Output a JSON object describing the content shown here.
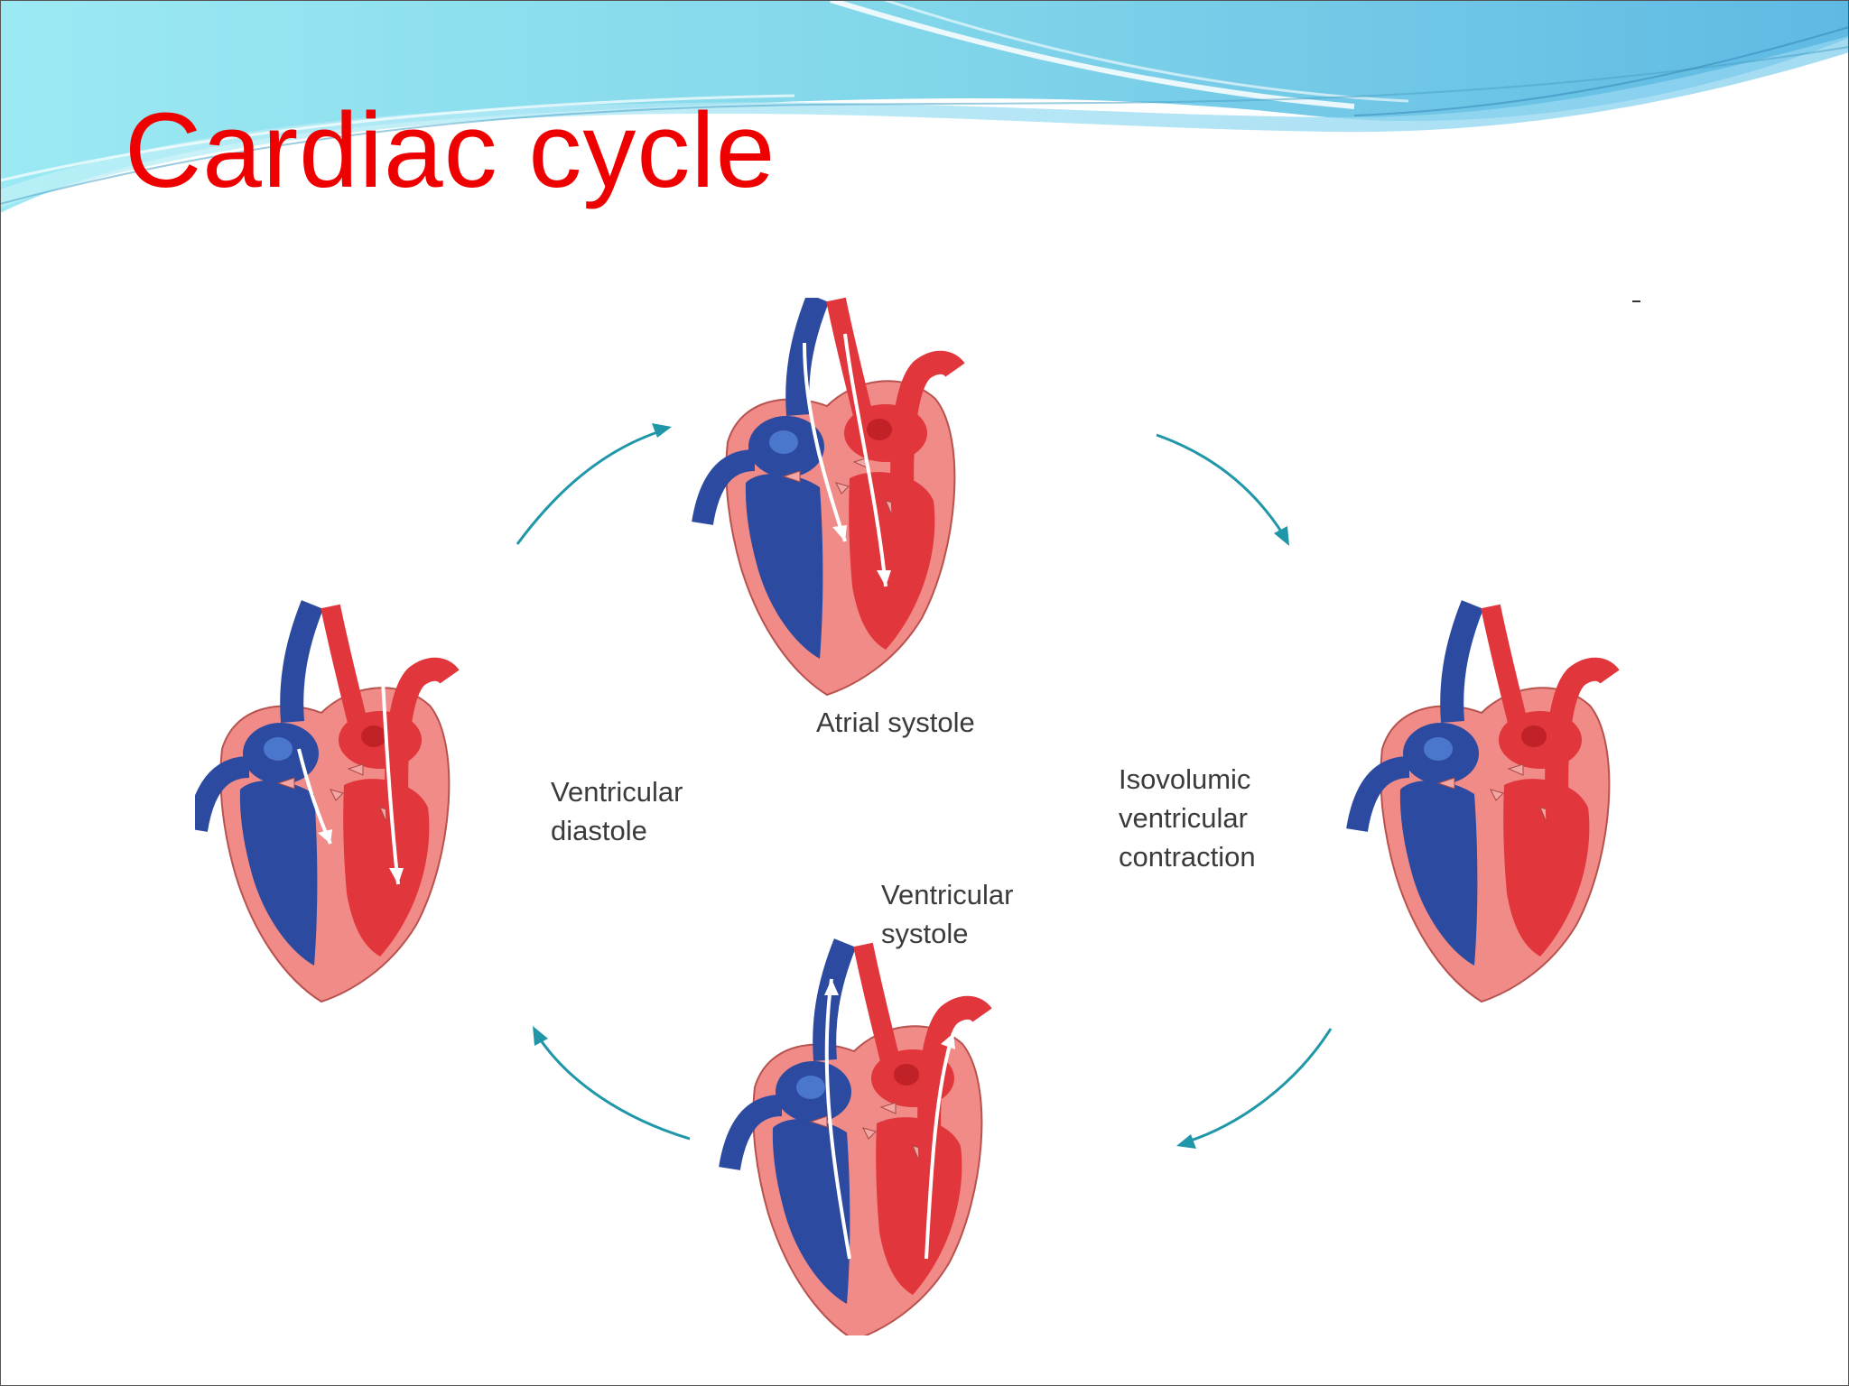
{
  "slide": {
    "title": "Cardiac cycle"
  },
  "diagram": {
    "stages": {
      "atrial_systole": {
        "label": "Atrial systole"
      },
      "isovolumic_contraction": {
        "label_lines": [
          "Isovolumic",
          "ventricular",
          "contraction"
        ]
      },
      "ventricular_systole": {
        "label_lines": [
          "Ventricular",
          "systole"
        ]
      },
      "ventricular_diastole": {
        "label_lines": [
          "Ventricular",
          "diastole"
        ]
      }
    },
    "colors": {
      "deoxygenated_blood": "#2b4aa0",
      "oxygenated_blood": "#e1363b",
      "heart_wall": "#f08b88",
      "cycle_arrow": "#1f97a9",
      "title": "#ee0000",
      "banner": "#7fd8ea"
    }
  }
}
